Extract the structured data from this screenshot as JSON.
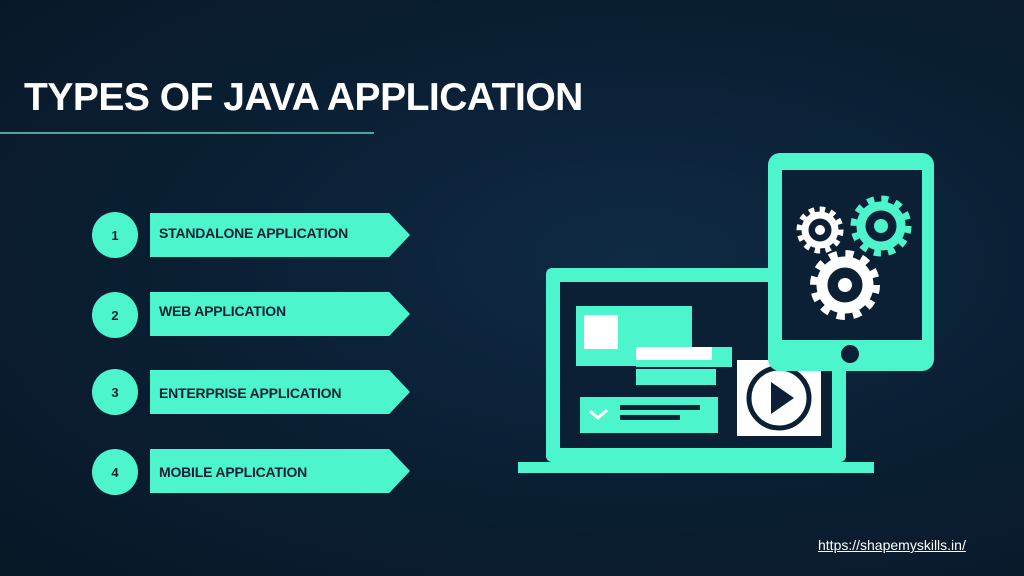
{
  "slide": {
    "title": "TYPES OF JAVA APPLICATION",
    "items": [
      {
        "number": "1",
        "label": "STANDALONE APPLICATION"
      },
      {
        "number": "2",
        "label": "WEB APPLICATION"
      },
      {
        "number": "3",
        "label": "ENTERPRISE APPLICATION"
      },
      {
        "number": "4",
        "label": "MOBILE APPLICATION"
      }
    ],
    "footer_link": "https://shapemyskills.in/"
  },
  "illustration": {
    "icons": [
      "laptop-icon",
      "tablet-icon",
      "gear-icon",
      "play-icon",
      "checkbox-icon"
    ]
  },
  "colors": {
    "background": "#0b2035",
    "accent": "#4cf5cc",
    "title": "#ffffff",
    "rule": "#3fa99a"
  }
}
